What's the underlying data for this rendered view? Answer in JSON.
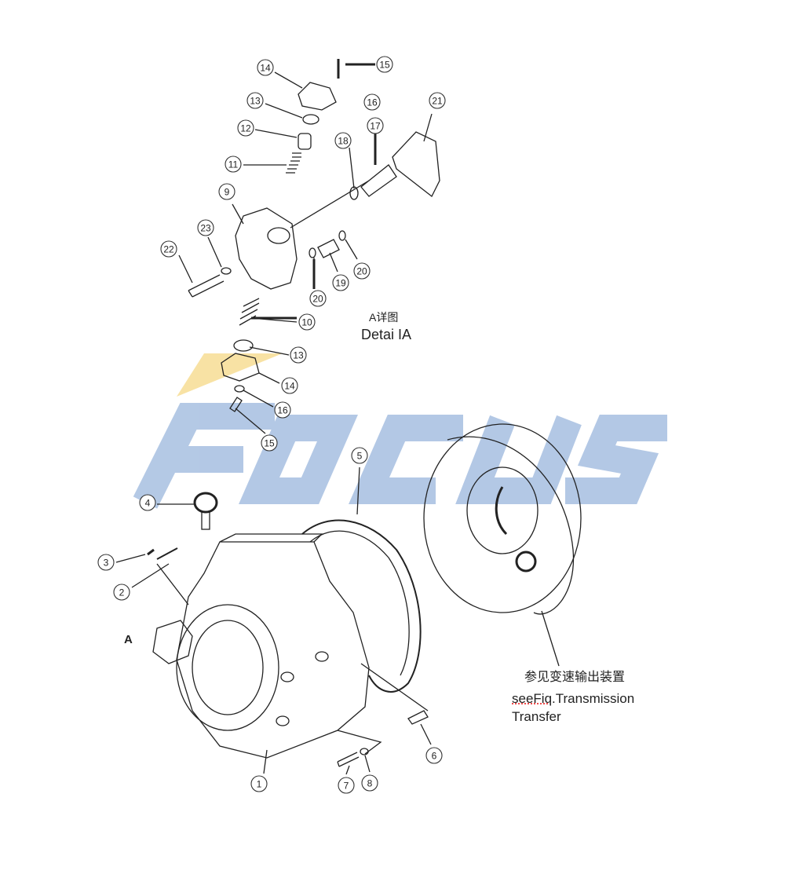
{
  "watermark": {
    "text": "FOCUS",
    "color": "#6a93cc",
    "accent": "#f2c64c"
  },
  "detail_label": {
    "zh": "A详图",
    "en": "Detai IA"
  },
  "reference_note": {
    "zh": "参见变速输出装置",
    "en_prefix": "seeFiq",
    "en_rest": ".Transmission",
    "en_line2": "Transfer"
  },
  "view_marker": "A",
  "callouts": [
    "15",
    "14",
    "16",
    "13",
    "21",
    "12",
    "17",
    "18",
    "11",
    "9",
    "23",
    "22",
    "19",
    "20",
    "20",
    "10",
    "13",
    "14",
    "16",
    "15",
    "5",
    "4",
    "3",
    "2",
    "1",
    "7",
    "8",
    "6"
  ]
}
